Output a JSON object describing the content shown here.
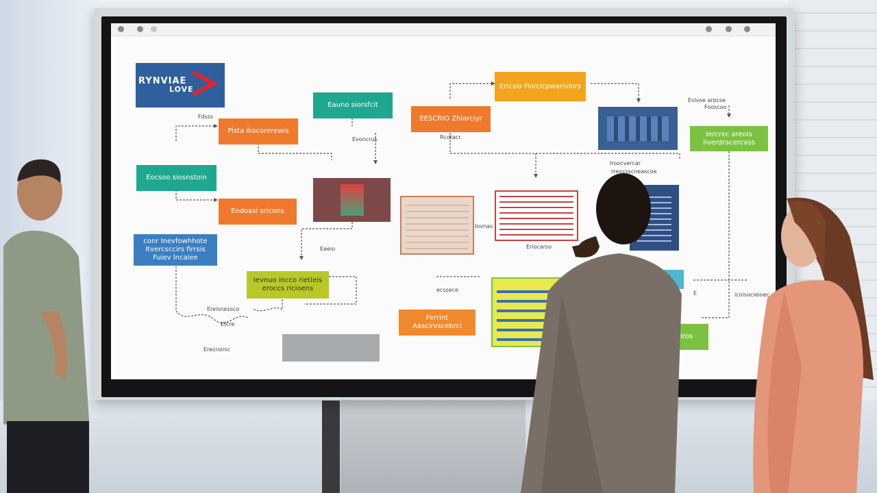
{
  "colors": {
    "orange": "#ef7a2d",
    "teal": "#1fa88f",
    "yellow": "#f2a51c",
    "blue": "#3b6fb0",
    "green": "#7cc242",
    "lime": "#b9c826",
    "gray": "#a5a8ab",
    "red": "#c94040"
  },
  "toolbar": {
    "left_icons": [
      "back-icon",
      "refresh-icon"
    ],
    "right_icons": [
      "settings-icon",
      "record-icon",
      "close-icon"
    ]
  },
  "diagram": {
    "logo": {
      "line1": "RYNVIAE",
      "line2": "LOVE"
    },
    "boxes": [
      {
        "id": "b1",
        "text": "Pista ikocorerewis",
        "color": "orange"
      },
      {
        "id": "b2",
        "text": "Eauno siorsfcit",
        "color": "teal"
      },
      {
        "id": "b3",
        "text": "Eocsoo siosnstoin",
        "color": "teal"
      },
      {
        "id": "b4",
        "text": "Eodoasi sricons",
        "color": "orange"
      },
      {
        "id": "b5",
        "text": "conr Inevfowhhote Itvercsccirs firrsis Fuiev lncaiee",
        "color": "blue"
      },
      {
        "id": "b6",
        "text": "Ievnuo incco rietieis eroccs ricioens",
        "color": "lime"
      },
      {
        "id": "b7",
        "text": "EESCRIO Zhlarciyr",
        "color": "orange"
      },
      {
        "id": "b8",
        "text": "Ericsio Fiorcicpwariviors",
        "color": "yellow"
      },
      {
        "id": "b9",
        "text": "Iercrec areois Iiverdracercass",
        "color": "green"
      },
      {
        "id": "b10",
        "text": "Ferrint Aascirvscebrcl",
        "color": "orange"
      },
      {
        "id": "b11",
        "text": "Iros",
        "color": "green"
      }
    ],
    "labels": [
      "Eslvoe arocse",
      "Fooscoo",
      "Evoncrus",
      "Rcotacr.",
      "Fdsss",
      "Eaeio",
      "Iovnas",
      "Iroocvercar",
      "rreocsscneascoe",
      "icnisocieioec",
      "E",
      "ecssece",
      "Ereisnessco",
      "Efcre",
      "Erecroinic",
      "Eriocarso"
    ]
  }
}
